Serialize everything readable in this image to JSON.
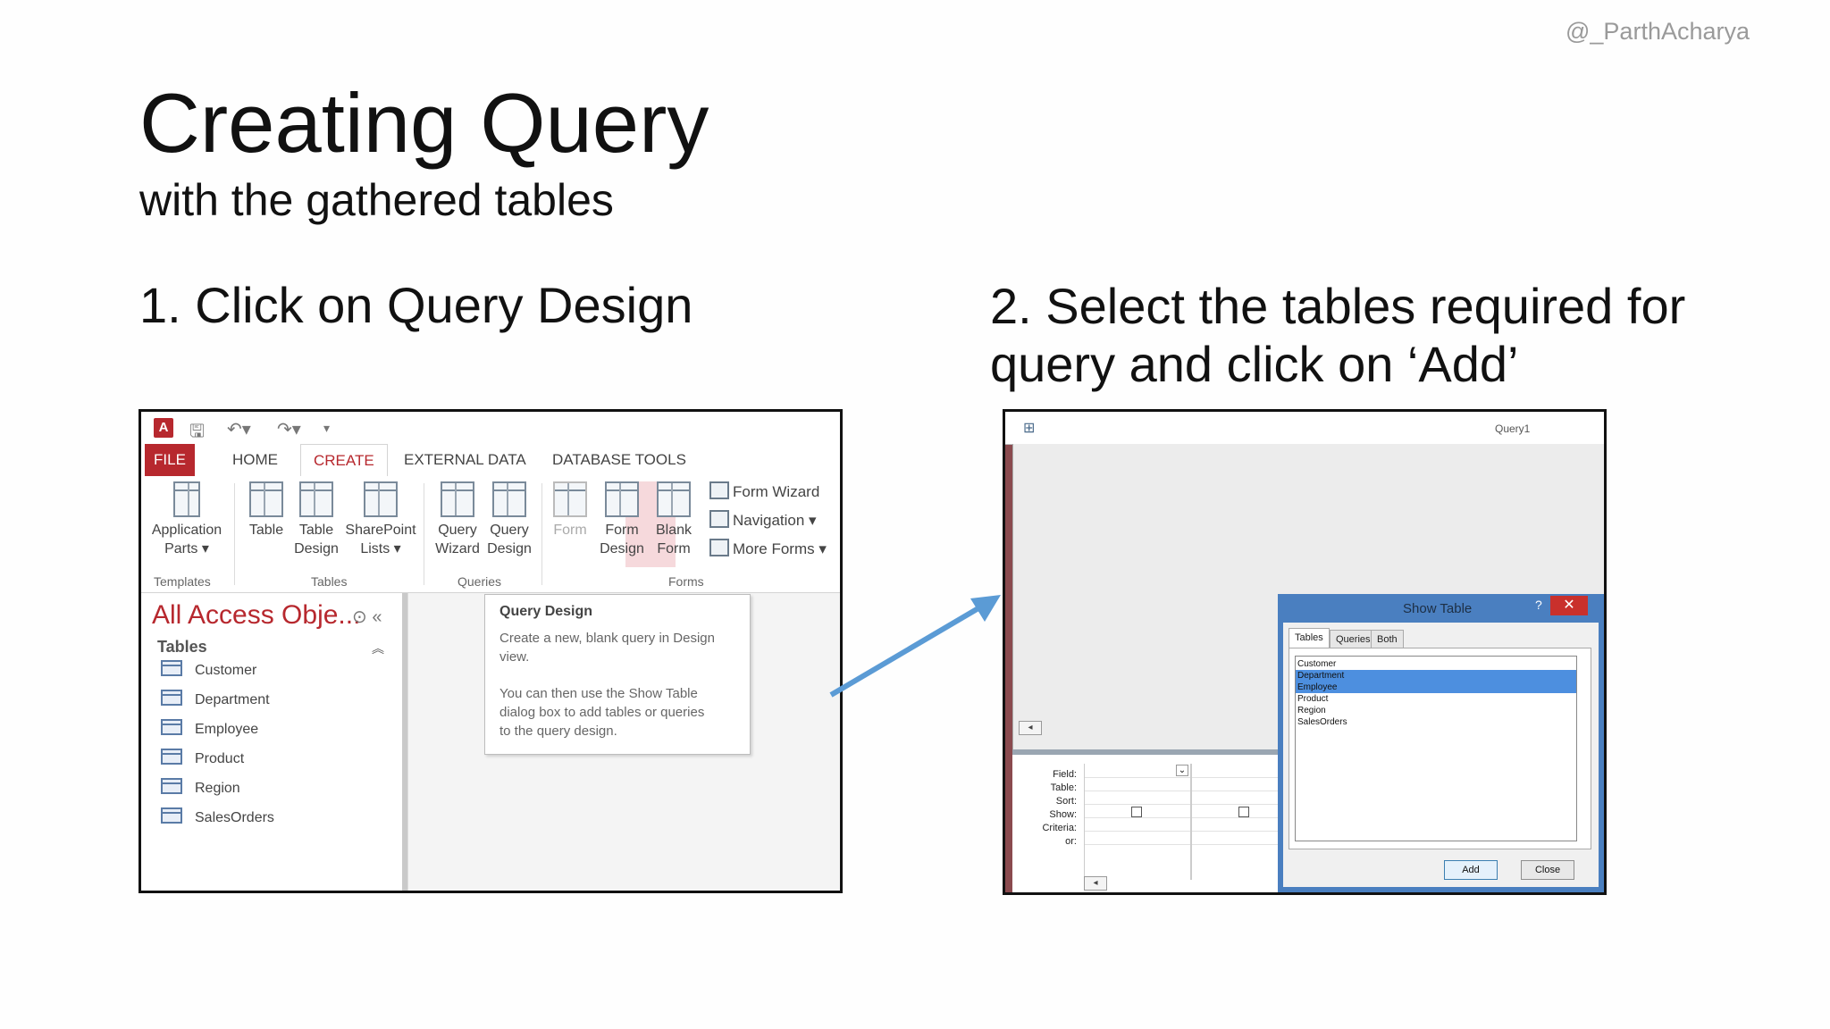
{
  "slide": {
    "watermark": "@_ParthAcharya",
    "title": "Creating Query",
    "subtitle": "with the gathered tables",
    "step1": "1. Click on Query Design",
    "step2": "2. Select the tables required for query and click on ‘Add’",
    "colors": {
      "arrow": "#5b9bd5",
      "access_red": "#b7282e",
      "dialog_blue": "#4a7fc0"
    }
  },
  "access": {
    "tabs": [
      "FILE",
      "HOME",
      "CREATE",
      "EXTERNAL DATA",
      "DATABASE TOOLS"
    ],
    "active_tab": "CREATE",
    "ribbon": {
      "app_parts": [
        "Application",
        "Parts ▾"
      ],
      "table": [
        "Table"
      ],
      "table_design": [
        "Table",
        "Design"
      ],
      "sharepoint": [
        "SharePoint",
        "Lists ▾"
      ],
      "query_wizard": [
        "Query",
        "Wizard"
      ],
      "query_design": [
        "Query",
        "Design"
      ],
      "form": [
        "Form"
      ],
      "form_design": [
        "Form",
        "Design"
      ],
      "blank_form": [
        "Blank",
        "Form"
      ],
      "form_wizard": "Form Wizard",
      "navigation": "Navigation ▾",
      "more_forms": "More Forms ▾",
      "groups": [
        "Templates",
        "Tables",
        "Queries",
        "Forms"
      ]
    },
    "nav": {
      "title": "All Access Obje...",
      "section": "Tables",
      "tables": [
        "Customer",
        "Department",
        "Employee",
        "Product",
        "Region",
        "SalesOrders"
      ]
    },
    "tooltip": {
      "title": "Query Design",
      "line1": "Create a new, blank query in Design",
      "line2": "view.",
      "line3": "You can then use the Show Table",
      "line4": "dialog box to add tables or queries",
      "line5": "to the query design."
    }
  },
  "query_window": {
    "title": "Query1",
    "grid_labels": [
      "Field:",
      "Table:",
      "Sort:",
      "Show:",
      "Criteria:",
      "or:"
    ],
    "dialog": {
      "title": "Show Table",
      "help": "?",
      "close": "✕",
      "tabs": [
        "Tables",
        "Queries",
        "Both"
      ],
      "items": [
        "Customer",
        "Department",
        "Employee",
        "Product",
        "Region",
        "SalesOrders"
      ],
      "selected": [
        "Department",
        "Employee"
      ],
      "add_label": "Add",
      "close_label": "Close"
    }
  }
}
